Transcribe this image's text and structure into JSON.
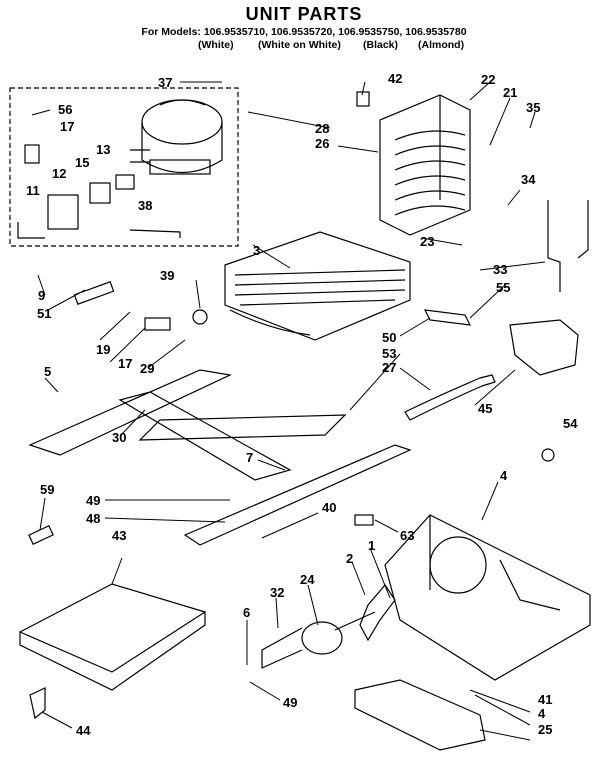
{
  "title": "UNIT PARTS",
  "models_line": "For Models: 106.9535710, 106.9535720, 106.9535750, 106.9535780",
  "variants": [
    "(White)",
    "(White on White)",
    "(Black)",
    "(Almond)"
  ],
  "callouts": [
    "37",
    "56",
    "17",
    "13",
    "15",
    "12",
    "11",
    "38",
    "28",
    "26",
    "42",
    "22",
    "21",
    "35",
    "34",
    "3",
    "23",
    "33",
    "39",
    "9",
    "51",
    "19",
    "17",
    "29",
    "5",
    "55",
    "50",
    "53",
    "27",
    "45",
    "30",
    "7",
    "54",
    "4",
    "49",
    "48",
    "40",
    "63",
    "59",
    "43",
    "2",
    "1",
    "24",
    "32",
    "6",
    "49",
    "41",
    "4",
    "25",
    "44"
  ]
}
